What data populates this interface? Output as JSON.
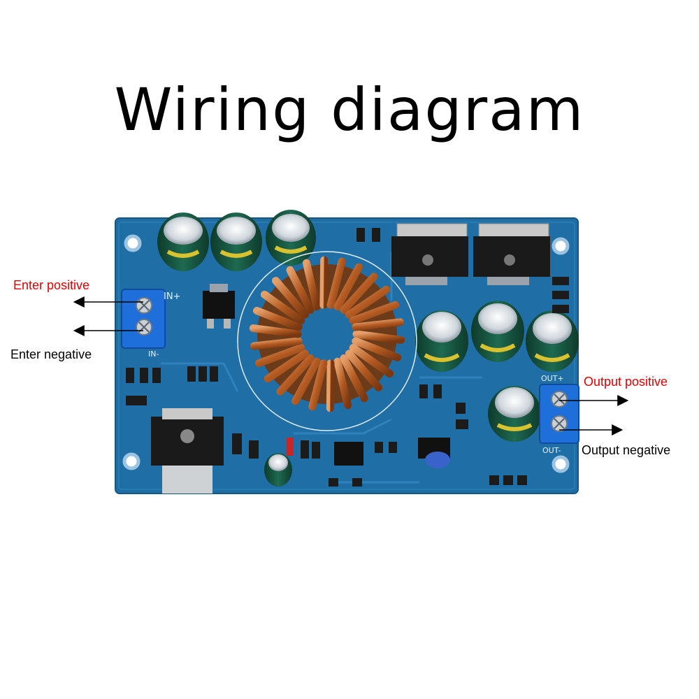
{
  "title": "Wiring diagram",
  "callouts": {
    "enter_positive": "Enter positive",
    "enter_negative": "Enter negative",
    "output_positive": "Output positive",
    "output_negative": "Output negative"
  },
  "board_labels": {
    "in_plus": "IN+",
    "in_minus": "IN-",
    "out_plus": "OUT+",
    "out_minus": "OUT-"
  },
  "colors": {
    "pcb": "#1f6fa6",
    "terminal": "#1e6fd9",
    "callout_red": "#e00000",
    "coil": "#c8702e"
  }
}
